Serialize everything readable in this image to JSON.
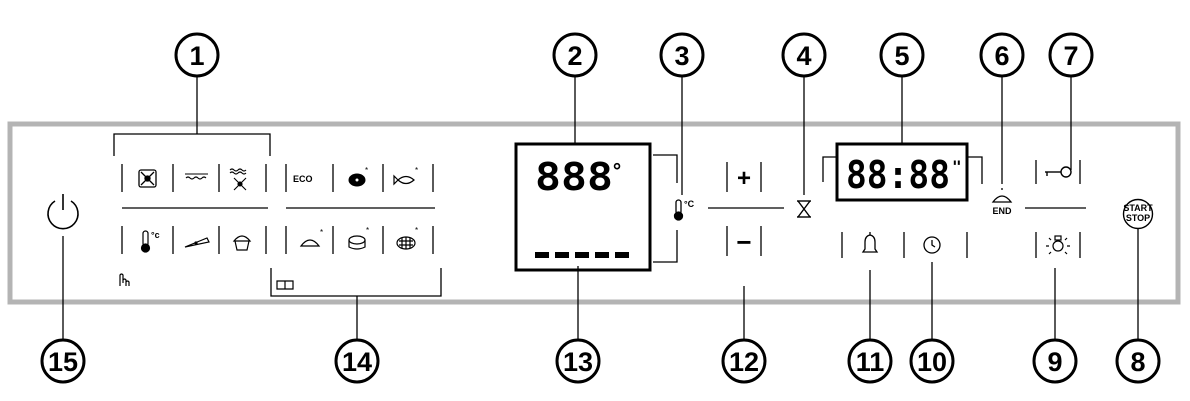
{
  "callouts": [
    "1",
    "2",
    "3",
    "4",
    "5",
    "6",
    "7",
    "8",
    "9",
    "10",
    "11",
    "12",
    "13",
    "14",
    "15"
  ],
  "display": {
    "temperature_digits": "888",
    "degree_mark": "°",
    "clock_digits": "88:88",
    "clock_mark": "\""
  },
  "labels": {
    "eco": "ECO",
    "end": "END",
    "start": "START",
    "stop": "STOP",
    "degree_c": "°C"
  },
  "controls": {
    "plus": "+",
    "minus": "−"
  }
}
